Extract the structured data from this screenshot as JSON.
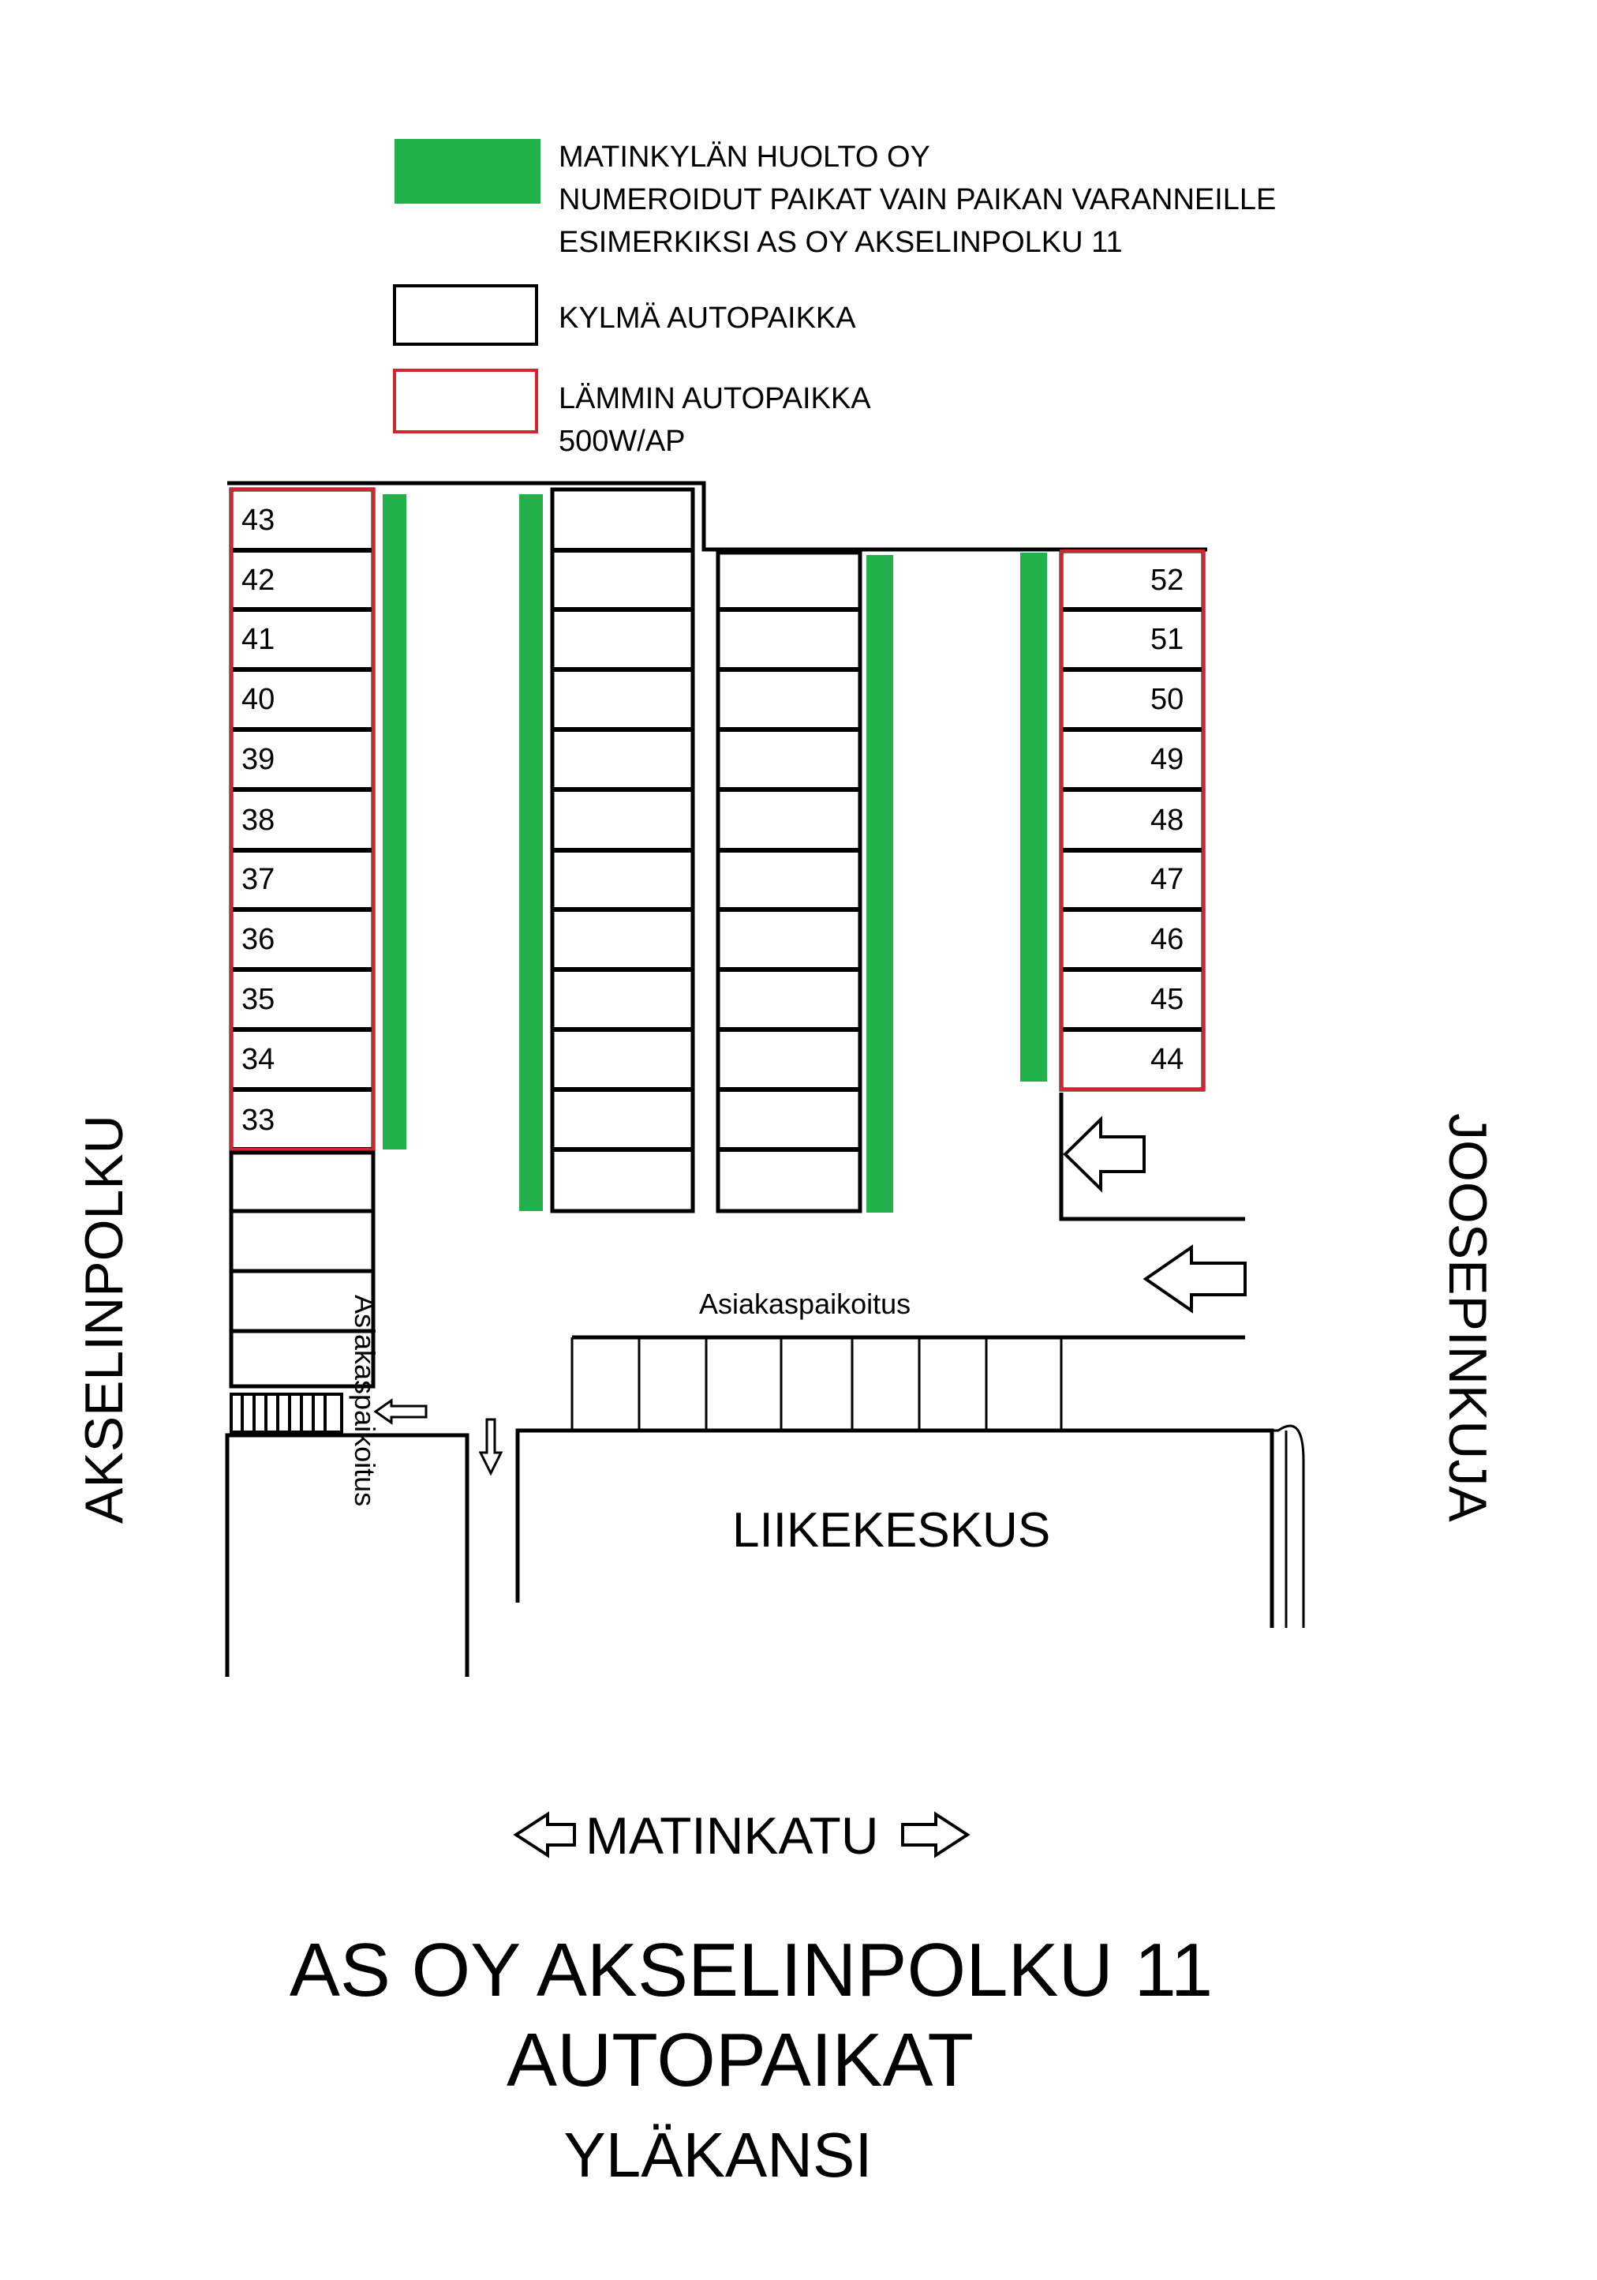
{
  "legend": {
    "green": {
      "color": "#22b04b",
      "lines": [
        "MATINKYLÄN HUOLTO OY",
        "NUMEROIDUT PAIKAT VAIN PAIKAN VARANNEILLE",
        "ESIMERKIKSI AS OY AKSELINPOLKU 11"
      ]
    },
    "cold": {
      "color": "#000000",
      "label": "KYLMÄ AUTOPAIKKA"
    },
    "warm": {
      "color": "#d4242c",
      "lines": [
        "LÄMMIN AUTOPAIKKA",
        "500W/AP"
      ]
    }
  },
  "spots": {
    "left_column": [
      "43",
      "42",
      "41",
      "40",
      "39",
      "38",
      "37",
      "36",
      "35",
      "34",
      "33"
    ],
    "right_column": [
      "52",
      "51",
      "50",
      "49",
      "48",
      "47",
      "46",
      "45",
      "44"
    ]
  },
  "labels": {
    "customer_parking_vertical": "Asiakaspaikoitus",
    "customer_parking_horizontal": "Asiakaspaikoitus",
    "building": "LIIKEKESKUS",
    "street_left": "AKSELINPOLKU",
    "street_right": "JOOSEPINKUJA",
    "street_bottom": "MATINKATU"
  },
  "title": {
    "line1": "AS OY AKSELINPOLKU 11",
    "line2": "AUTOPAIKAT",
    "line3": "YLÄKANSI"
  }
}
